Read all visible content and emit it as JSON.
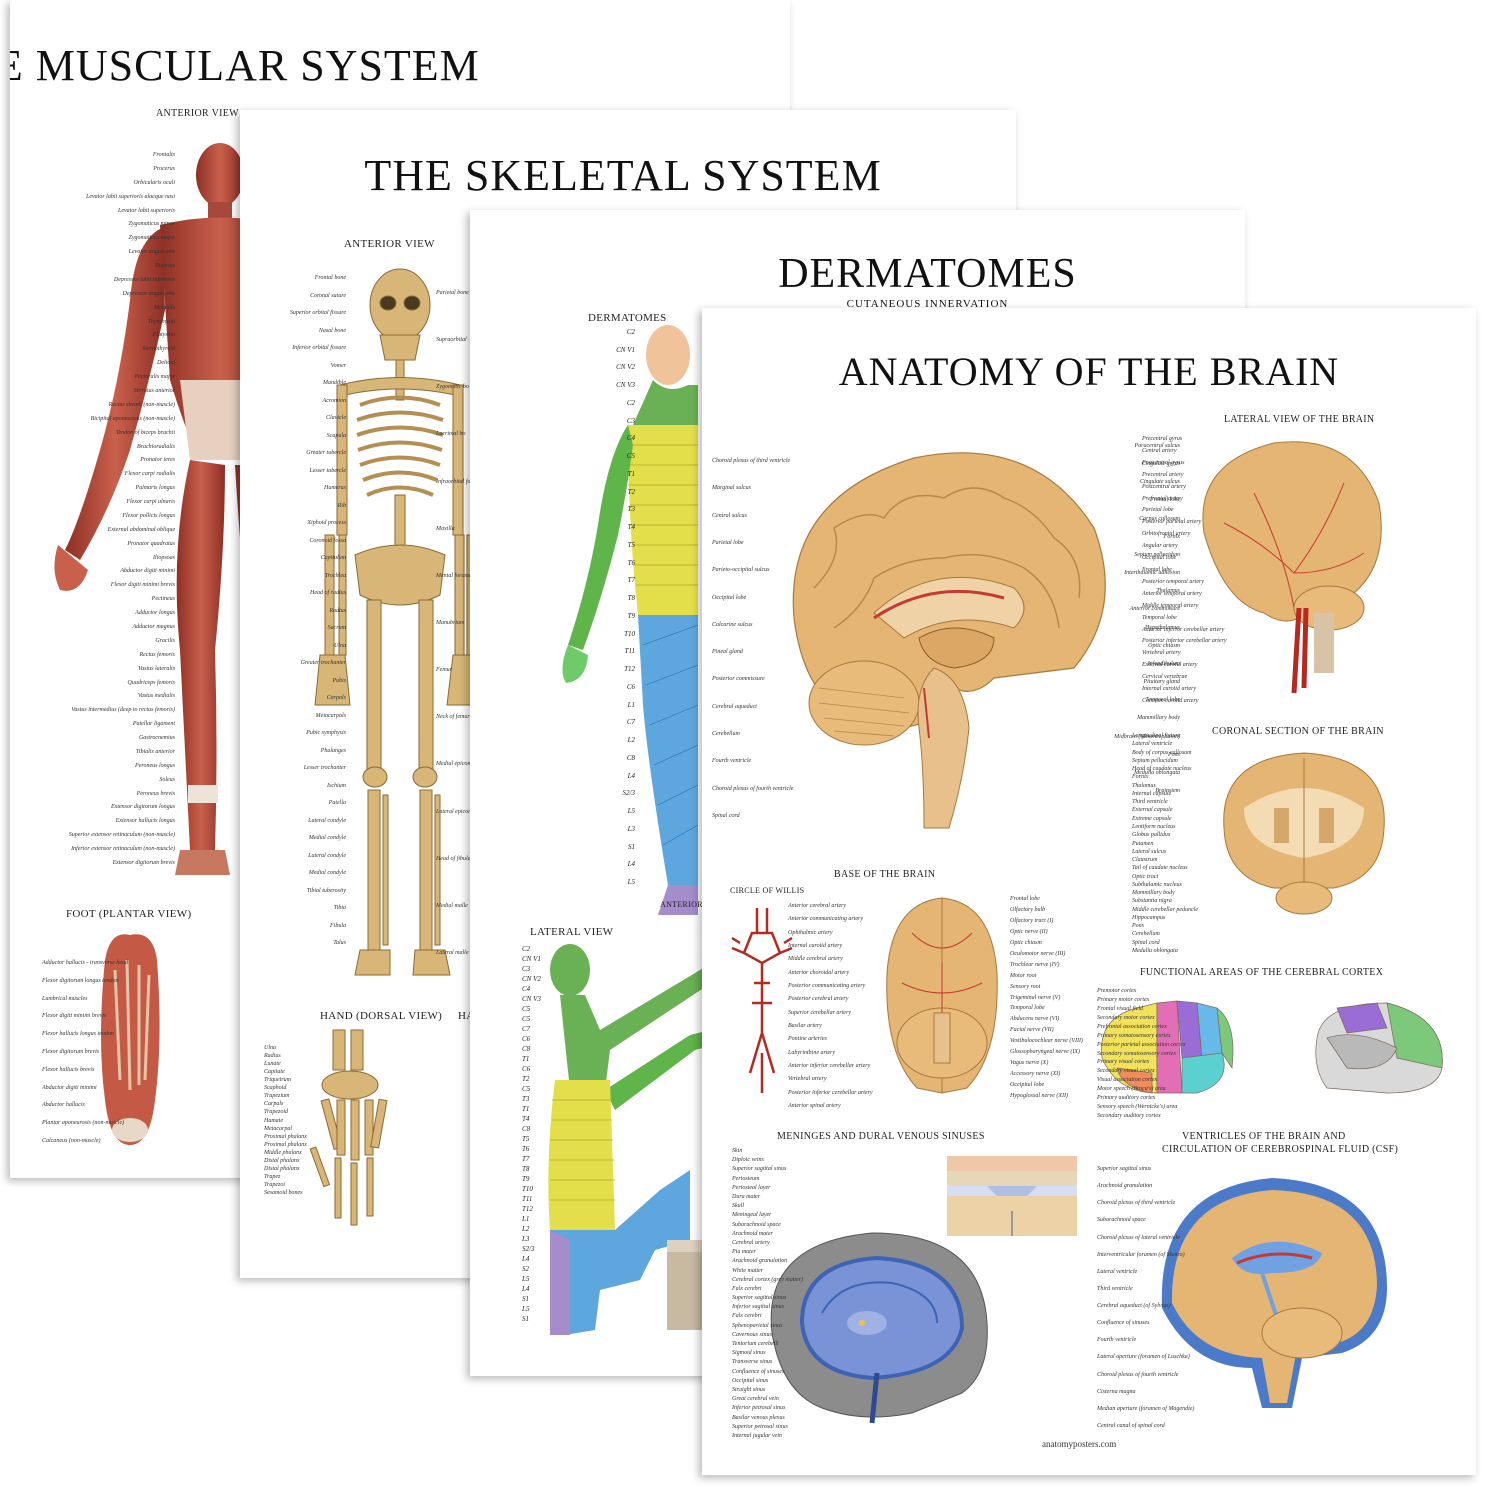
{
  "posters": {
    "muscular": {
      "title": "THE MUSCULAR SYSTEM",
      "sections": {
        "anterior": "ANTERIOR VIEW",
        "foot": "FOOT (PLANTAR VIEW)"
      },
      "labels_left": [
        "Frontalis",
        "Procerus",
        "Orbicularis oculi",
        "Levator labii superioris alaeque nasi",
        "Levator labii superioris",
        "Zygomaticus minor",
        "Zygomaticus major",
        "Levator anguli oris",
        "Risorius",
        "Depressor labii inferioris",
        "Depressor anguli oris",
        "Mentalis",
        "Thyrohyoid",
        "Platysma",
        "Sternothyroid",
        "Deltoid",
        "Pectoralis major",
        "Serratus anterior",
        "Rectus sheath (non-muscle)",
        "Bicipital aponeurosis (non-muscle)",
        "Tendon of biceps brachii",
        "Brachioradialis",
        "Pronator teres",
        "Flexor carpi radialis",
        "Palmaris longus",
        "Flexor carpi ulnaris",
        "Flexor pollicis longus",
        "External abdominal oblique",
        "Pronator quadratus",
        "Iliopsoas",
        "Abductor digiti minimi",
        "Flexor digiti minimi brevis",
        "Pectineus",
        "Adductor longus",
        "Adductor magnus",
        "Gracilis",
        "Rectus femoris",
        "Vastus lateralis",
        "Quadriceps femoris",
        "Vastus medialis",
        "Vastus intermedius (deep to rectus femoris)",
        "Patellar ligament",
        "Gastrocnemius",
        "Tibialis anterior",
        "Peroneus longus",
        "Soleus",
        "Peroneus brevis",
        "Extensor digitorum longus",
        "Extensor hallucis longus",
        "Superior extensor retinaculum (non-muscle)",
        "Inferior extensor retinaculum (non-muscle)",
        "Extensor digitorum brevis"
      ],
      "foot_labels": [
        "Adductor hallucis - transverse head",
        "Flexor digitorum longus tendon",
        "Lumbrical muscles",
        "Flexor digiti minimi brevis",
        "Flexor hallucis longus tendon",
        "Flexor digitorum brevis",
        "Flexor hallucis brevis",
        "Abductor digiti minimi",
        "Abductor hallucis",
        "Plantar aponeurosis (non-muscle)",
        "Calcaneus (non-muscle)"
      ]
    },
    "skeletal": {
      "title": "THE SKELETAL SYSTEM",
      "sections": {
        "anterior": "ANTERIOR VIEW",
        "hand": "HAND (DORSAL VIEW)",
        "hand2": "HA"
      },
      "labels_left": [
        "Frontal bone",
        "Coronal suture",
        "Superior orbital fissure",
        "Nasal bone",
        "Inferior orbital fissure",
        "Vomer",
        "Mandible",
        "Acromion",
        "Clavicle",
        "Scapula",
        "Greater tubercle",
        "Lesser tubercle",
        "Humerus",
        "Rib",
        "Xiphoid process",
        "Coronoid fossa",
        "Capitulum",
        "Trochlea",
        "Head of radius",
        "Radius",
        "Sacrum",
        "Ulna",
        "Greater trochanter",
        "Pubis",
        "Carpals",
        "Metacarpals",
        "Pubic symphysis",
        "Phalanges",
        "Lesser trochanter",
        "Ischium",
        "Patella",
        "Lateral condyle",
        "Medial condyle",
        "Lateral condyle",
        "Medial condyle",
        "Tibial tuberosity",
        "Tibia",
        "Fibula",
        "Talus"
      ],
      "labels_right": [
        "Parietal bone",
        "Supraorbital",
        "Zygomatic bo",
        "Lacrimal bo",
        "Infraorbital fo",
        "Maxilla",
        "Mental forame",
        "Manubrium",
        "Femur",
        "Neck of femur",
        "Medial epicondyl",
        "Lateral epicondy",
        "Head of fibula",
        "Medial malle",
        "Lateral malle"
      ],
      "hand_labels": [
        "Ulna",
        "Radius",
        "Lunate",
        "Capitate",
        "Triquetrum",
        "Scaphoid",
        "Trapezium",
        "Carpals",
        "Trapezoid",
        "Hamate",
        "Metacarpal",
        "Proximal phalanx",
        "Proximal phalanx",
        "Middle phalanx",
        "Distal phalanx",
        "Distal phalanx",
        "Trapez",
        "Trapezoi",
        "Sesamoid bones"
      ]
    },
    "dermatomes": {
      "title": "DERMATOMES",
      "subtitle": "CUTANEOUS INNERVATION",
      "sections": {
        "anterior_head": "DERMATOMES",
        "lateral": "LATERAL VIEW",
        "anterior_view": "ANTERIOR V"
      },
      "front_labels": [
        "C2",
        "CN V1",
        "CN V2",
        "CN V3",
        "C2",
        "C3",
        "C4",
        "C5",
        "T1",
        "T2",
        "T3",
        "T4",
        "T5",
        "T6",
        "T7",
        "T8",
        "T9",
        "T10",
        "T11",
        "T12",
        "C6",
        "L1",
        "C7",
        "L2",
        "C8",
        "L4",
        "S2/3",
        "L5",
        "L3",
        "S1",
        "L4",
        "L5"
      ],
      "lateral_labels": [
        "C2",
        "CN V1",
        "C3",
        "CN V2",
        "C4",
        "CN V3",
        "C5",
        "C5",
        "C7",
        "C6",
        "C8",
        "T1",
        "C6",
        "T2",
        "C5",
        "T3",
        "T1",
        "T4",
        "C8",
        "T5",
        "T6",
        "T7",
        "T8",
        "T9",
        "T10",
        "T11",
        "T12",
        "L1",
        "L2",
        "L3",
        "S2/3",
        "L4",
        "S2",
        "L5",
        "L4",
        "S1",
        "L5",
        "S1"
      ]
    },
    "brain": {
      "title": "ANATOMY OF THE BRAIN",
      "sections": {
        "lateral": "LATERAL VIEW OF THE BRAIN",
        "coronal": "CORONAL SECTION OF THE BRAIN",
        "base": "BASE OF THE BRAIN",
        "willis": "CIRCLE OF WILLIS",
        "functional": "FUNCTIONAL AREAS OF THE CEREBRAL CORTEX",
        "meninges": "MENINGES AND DURAL VENOUS SINUSES",
        "ventricles_1": "VENTRICLES OF THE BRAIN AND",
        "ventricles_2": "CIRCULATION OF CEREBROSPINAL FLUID (CSF)"
      },
      "sagittal_left": [
        "Choroid plexus of third ventricle",
        "Marginal sulcus",
        "Central sulcus",
        "Parietal lobe",
        "Parieto-occipital sulcus",
        "Occipital lobe",
        "Calcarine sulcus",
        "Pineal gland",
        "Posterior commissure",
        "Cerebral aqueduct",
        "Cerebellum",
        "Fourth ventricle",
        "Choroid plexus of fourth ventricle",
        "Spinal cord"
      ],
      "sagittal_right": [
        "Paracentral sulcus",
        "Cingulate gyrus",
        "Cingulate sulcus",
        "Frontal lobe",
        "Corpus callosum",
        "Fornix",
        "Septum pellucidum",
        "Interthalamic adhesion",
        "Thalamus",
        "Anterior commissure",
        "Hypothalamus",
        "Optic chiasm",
        "Infundibulum",
        "Pituitary gland",
        "Temporal lobe",
        "Mammillary body",
        "Midbrain (Mesencephalon)",
        "Pons",
        "Medulla oblongata",
        "Brainstem"
      ],
      "lateral_labels": [
        "Precentral gyrus",
        "Central artery",
        "Postcentral gyrus",
        "Precentral artery",
        "Postcentral artery",
        "Prefrontal artery",
        "Parietal lobe",
        "Posterior parietal artery",
        "Orbitofrontal artery",
        "Angular artery",
        "Occipital lobe",
        "Frontal lobe",
        "Posterior temporal artery",
        "Anterior temporal artery",
        "Middle temporal artery",
        "Temporal lobe",
        "Anterior inferior cerebellar artery",
        "Posterior inferior cerebellar artery",
        "Vertebral artery",
        "External carotid artery",
        "Cervical vertebrae",
        "Internal carotid artery",
        "Common carotid artery"
      ],
      "coronal_labels": [
        "Longitudinal fissure",
        "Lateral ventricle",
        "Body of corpus callosum",
        "Septum pellucidum",
        "Head of caudate nucleus",
        "Fornix",
        "Thalamus",
        "Internal capsule",
        "Third ventricle",
        "External capsule",
        "Extreme capsule",
        "Lentiform nucleus",
        "Globus pallidus",
        "Putamen",
        "Lateral sulcus",
        "Claustrum",
        "Tail of caudate nucleus",
        "Optic tract",
        "Subthalamic nucleus",
        "Mammillary body",
        "Substantia nigra",
        "Middle cerebellar peduncle",
        "Hippocampus",
        "Pons",
        "Cerebellum",
        "Spinal cord",
        "Medulla oblongata"
      ],
      "willis_labels": [
        "Anterior cerebral artery",
        "Anterior communicating artery",
        "Ophthalmic artery",
        "Internal carotid artery",
        "Middle cerebral artery",
        "Anterior choroidal artery",
        "Posterior communicating artery",
        "Posterior cerebral artery",
        "Superior cerebellar artery",
        "Basilar artery",
        "Pontine arteries",
        "Labyrinthine artery",
        "Anterior inferior cerebellar artery",
        "Vertebral artery",
        "Posterior inferior cerebellar artery",
        "Anterior spinal artery"
      ],
      "base_labels": [
        "Frontal lobe",
        "Olfactory bulb",
        "Olfactory tract (I)",
        "Optic nerve (II)",
        "Optic chiasm",
        "Oculomotor nerve (III)",
        "Trochlear nerve (IV)",
        "Motor root",
        "Sensory root",
        "Trigeminal nerve (V)",
        "Temporal lobe",
        "Abducens nerve (VI)",
        "Facial nerve (VII)",
        "Vestibulocochlear nerve (VIII)",
        "Glossopharyngeal nerve (IX)",
        "Vagus nerve (X)",
        "Accessory nerve (XI)",
        "Occipital lobe",
        "Hypoglossal nerve (XII)"
      ],
      "functional_labels": [
        "Premotor cortex",
        "Primary motor cortex",
        "Frontal visual field",
        "Secondary motor cortex",
        "Prefrontal association cortex",
        "Primary somatosensory cortex",
        "Posterior parietal association cortex",
        "Secondary somatosensory cortex",
        "Primary visual cortex",
        "Secondary visual cortex",
        "Visual association cortex",
        "Motor speech (Broca's) area",
        "Primary auditory cortex",
        "Sensory speech (Wernicke's) area",
        "Secondary auditory cortex"
      ],
      "meninges_labels": [
        "Skin",
        "Diploic veins",
        "Superior sagittal sinus",
        "Periosteum",
        "Periosteal layer",
        "Dura mater",
        "Skull",
        "Meningeal layer",
        "Subarachnoid space",
        "Arachnoid mater",
        "Cerebral artery",
        "Pia mater",
        "Arachnoid granulation",
        "White matter",
        "Cerebral cortex (grey matter)",
        "Falx cerebri",
        "Superior sagittal sinus",
        "Inferior sagittal sinus",
        "Falx cerebri",
        "Sphenoparietal sinus",
        "Cavernous sinus",
        "Tentorium cerebelli",
        "Sigmoid sinus",
        "Transverse sinus",
        "Confluence of sinuses",
        "Occipital sinus",
        "Straight sinus",
        "Great cerebral vein",
        "Inferior petrosal sinus",
        "Basilar venous plexus",
        "Superior petrosal sinus",
        "Internal jugular vein"
      ],
      "ventricle_labels": [
        "Superior sagittal sinus",
        "Arachnoid granulation",
        "Choroid plexus of third ventricle",
        "Subarachnoid space",
        "Choroid plexus of lateral ventricle",
        "Interventricular foramen (of Monro)",
        "Lateral ventricle",
        "Third ventricle",
        "Cerebral aqueduct (of Sylvius)",
        "Confluence of sinuses",
        "Fourth ventricle",
        "Lateral aperture (foramen of Luschka)",
        "Choroid plexus of fourth ventricle",
        "Cisterna magna",
        "Median aperture (foramen of Magendie)",
        "Central canal of spinal cord"
      ],
      "footer": "anatomyposters.com"
    }
  },
  "colors": {
    "muscle": "#b4473a",
    "bone": "#d9b77a",
    "brain": "#e7b877",
    "skin_yellow": "#e4e047",
    "skin_green": "#5fb44a",
    "skin_blue": "#5da7de",
    "skin_purple": "#a58ccb",
    "vessel_red": "#b7281f",
    "vein_blue": "#3d63b5"
  }
}
